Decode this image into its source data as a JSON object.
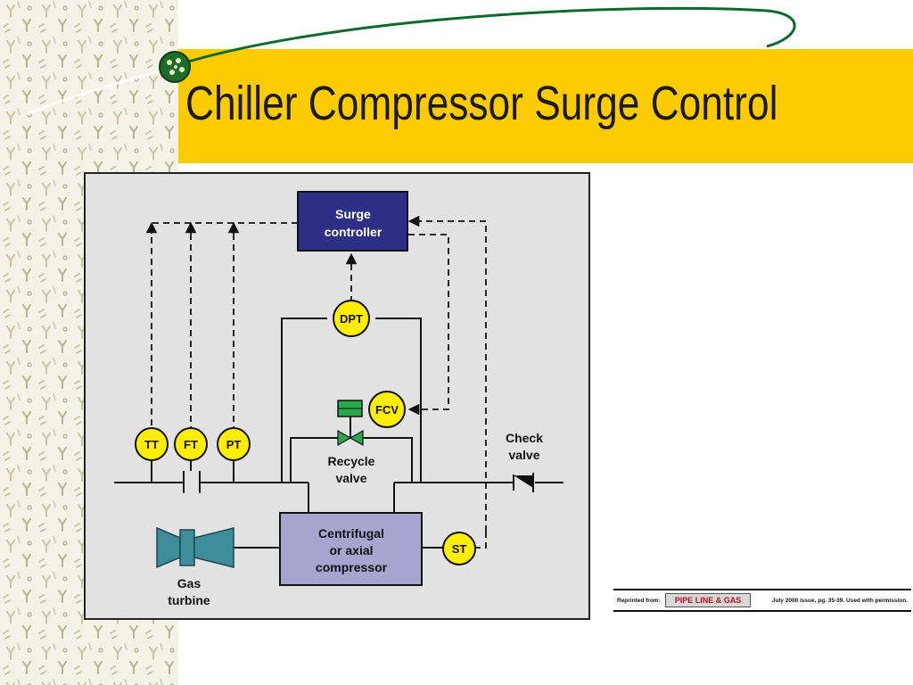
{
  "slide": {
    "title": "Chiller Compressor Surge Control"
  },
  "diagram": {
    "labels": {
      "surge_controller_l1": "Surge",
      "surge_controller_l2": "controller",
      "dpt": "DPT",
      "fcv": "FCV",
      "tt": "TT",
      "ft": "FT",
      "pt": "PT",
      "st": "ST",
      "recycle_l1": "Recycle",
      "recycle_l2": "valve",
      "check_l1": "Check",
      "check_l2": "valve",
      "compressor_l1": "Centrifugal",
      "compressor_l2": "or axial",
      "compressor_l3": "compressor",
      "gas_turbine_l1": "Gas",
      "gas_turbine_l2": "turbine"
    },
    "colors": {
      "controller_fill": "#2e2f86",
      "compressor_fill": "#a7a4cf",
      "instrument_fill": "#ffee00",
      "valve_green": "#2ba84a",
      "turbine_fill": "#3d8e9a",
      "frame_bg": "#e2e2e2"
    }
  },
  "reprint": {
    "label": "Reprinted from:",
    "logo": "PIPE LINE & GAS",
    "credit": "July 2000 issue, pg. 35-39. Used with permission."
  }
}
